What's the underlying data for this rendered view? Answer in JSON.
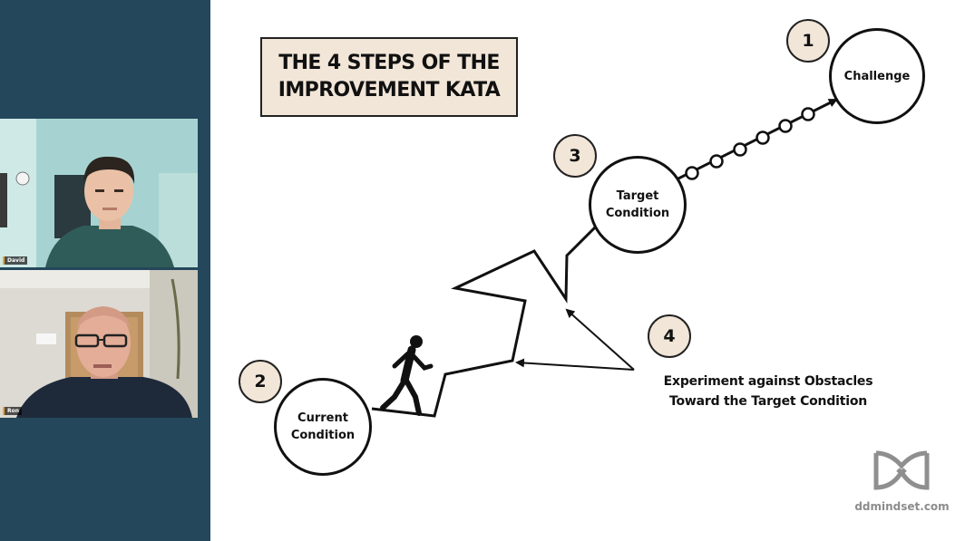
{
  "participants": [
    {
      "name": "David"
    },
    {
      "name": "Ron"
    }
  ],
  "slide": {
    "title": "THE 4 STEPS OF THE IMPROVEMENT KATA",
    "steps": [
      {
        "number": "1",
        "label": "Challenge"
      },
      {
        "number": "2",
        "label": "Current Condition"
      },
      {
        "number": "3",
        "label": "Target Condition"
      },
      {
        "number": "4",
        "label": "Experiment against Obstacles Toward the Target Condition"
      }
    ],
    "experiment_lines": [
      "Experiment against  Obstacles",
      "Toward the Target Condition"
    ],
    "brand_url": "ddmindset.com"
  },
  "colors": {
    "sidebar": "#24475b",
    "badge_fill": "#f2e6d8",
    "ink": "#111111",
    "name_tag_accent": "#f0a22a"
  },
  "icons": [
    "person-walking-icon",
    "ddmindset-logo-icon",
    "arrow-icon"
  ]
}
